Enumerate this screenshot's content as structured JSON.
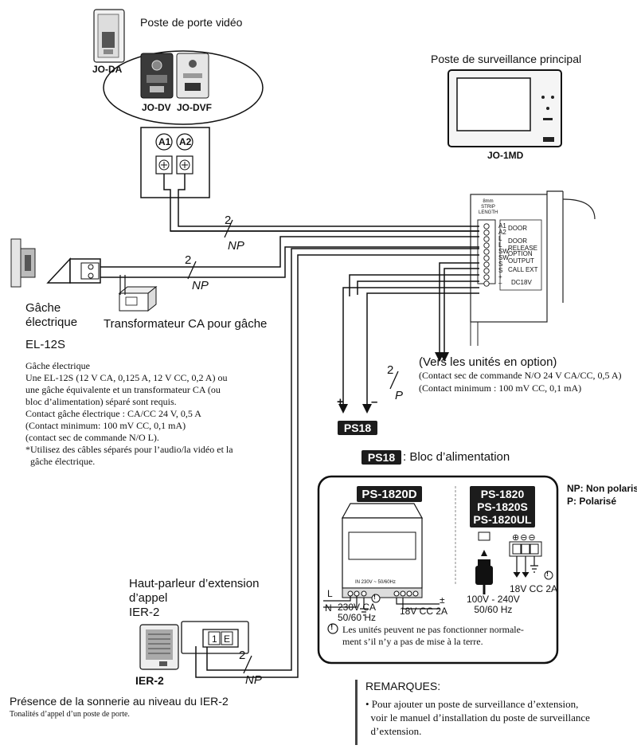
{
  "door_station": {
    "title": "Poste de porte vidéo",
    "models": [
      "JO-DA",
      "JO-DV",
      "JO-DVF"
    ]
  },
  "monitor": {
    "title": "Poste de surveillance principal",
    "model": "JO-1MD"
  },
  "terminal_block": {
    "labels": [
      "A1",
      "A2"
    ]
  },
  "wire_marks": [
    {
      "count": "2",
      "type": "NP"
    },
    {
      "count": "2",
      "type": "NP"
    },
    {
      "count": "2",
      "type": "P"
    },
    {
      "count": "2",
      "type": "NP"
    }
  ],
  "monitor_terminals": {
    "strip_label": "8mm STRIP LENGTH",
    "rows": [
      "A1",
      "A2",
      "L",
      "L",
      "SW",
      "SW",
      "S",
      "S",
      "+",
      "–"
    ],
    "functions": [
      "DOOR",
      "DOOR RELEASE",
      "OPTION OUTPUT",
      "CALL EXT",
      "DC18V"
    ]
  },
  "strike": {
    "label_line1": "Gâche",
    "label_line2": "électrique",
    "model": "EL-12S",
    "transformer_label": "Transformateur CA pour gâche",
    "notes": [
      "Gâche électrique",
      "Une EL-12S (12 V CA, 0,125 A, 12 V CC, 0,2 A) ou",
      "une gâche équivalente et un transformateur CA (ou",
      "bloc d’alimentation) séparé sont requis.",
      "Contact gâche électrique : CA/CC 24 V, 0,5 A",
      "(Contact minimum: 100 mV CC, 0,1 mA)",
      "(contact sec de commande N/O L).",
      "*Utilisez des câbles séparés pour l’audio/la vidéo et la",
      "  gâche électrique."
    ]
  },
  "option": {
    "title": "(Vers les unités en option)",
    "line1": "(Contact sec de commande N/O 24 V CA/CC, 0,5 A)",
    "line2": "(Contact minimum : 100 mV CC, 0,1 mA)"
  },
  "ps18": {
    "badge": "PS18",
    "plus": "+",
    "minus": "–",
    "legend": ": Bloc d’alimentation"
  },
  "power_box": {
    "left_title": "PS-1820D",
    "right_title_lines": [
      "PS-1820",
      "PS-1820S",
      "PS-1820UL"
    ],
    "input_label": "IN 230V ~ 50/60Hz",
    "left_L": "L",
    "left_N": "N",
    "left_ac": "230V CA\n50/60 Hz",
    "left_dc": "18V CC 2A",
    "left_pm": "±",
    "right_terms": [
      "⊕⊖⊖"
    ],
    "right_dc": "18V CC 2A",
    "right_ac": "100V - 240V\n50/60 Hz",
    "ground_note": "Les unités peuvent ne pas fonctionner normale-\nment s’il n’y a pas de mise à la terre.",
    "warn_symbol": "!"
  },
  "legend": {
    "np": "NP: Non polarisé",
    "p": "P: Polarisé"
  },
  "speaker": {
    "title_line1": "Haut-parleur d’extension",
    "title_line2": "d’appel",
    "title_line3": "IER-2",
    "model": "IER-2",
    "terminals": [
      "1",
      "E"
    ]
  },
  "ringtone": {
    "title": "Présence de la sonnerie au niveau du IER-2",
    "subtitle": "Tonalités d’appel d’un poste de porte."
  },
  "remarks": {
    "title": "REMARQUES:",
    "text": "• Pour ajouter un poste de surveillance d’extension,\n  voir le manuel d’installation du poste de surveillance\n  d’extension."
  }
}
